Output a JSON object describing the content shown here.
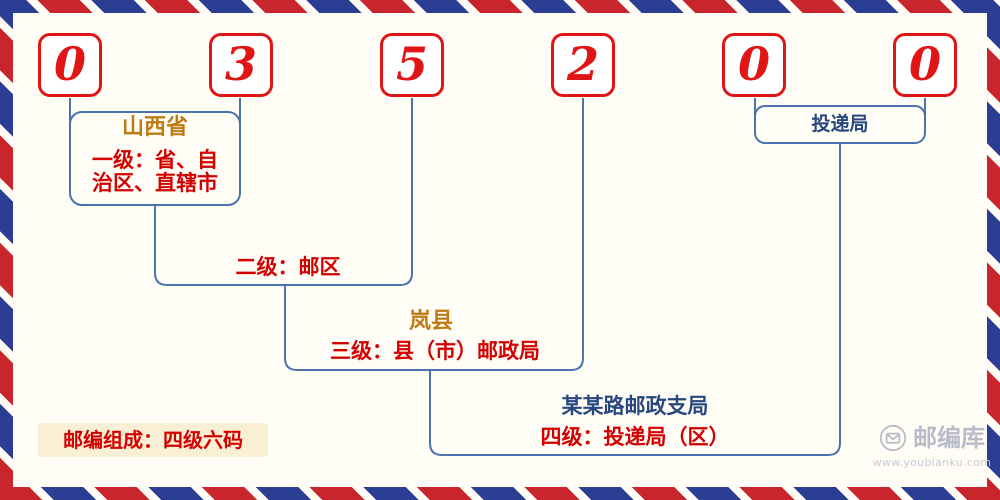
{
  "postal_code": {
    "digits": [
      "0",
      "3",
      "5",
      "2",
      "0",
      "0"
    ]
  },
  "annotations": {
    "level1": {
      "title": "山西省",
      "desc_line1": "一级：省、自",
      "desc_line2": "治区、直辖市"
    },
    "level2": {
      "label": "二级：邮区"
    },
    "level3": {
      "title": "岚县",
      "label": "三级：县（市）邮政局"
    },
    "level4": {
      "title": "某某路邮政支局",
      "label": "四级：投递局（区）"
    },
    "delivery": {
      "label": "投递局"
    }
  },
  "footer": {
    "composition_label": "邮编组成：四级六码"
  },
  "watermark": {
    "site_name": "邮编库",
    "site_url": "www.youbianku.com",
    "icon": "envelope-in-circle"
  },
  "colors": {
    "digit-red": "#e01515",
    "text-red": "#d40000",
    "title-brown": "#bf7b13",
    "name-navy": "#27477e",
    "line-blue": "#4a73ae",
    "stripe-red": "#c9252d",
    "stripe-blue": "#2c3d94",
    "bg-cream": "#fffdf6",
    "watermark-gray": "#b9bcc8"
  }
}
